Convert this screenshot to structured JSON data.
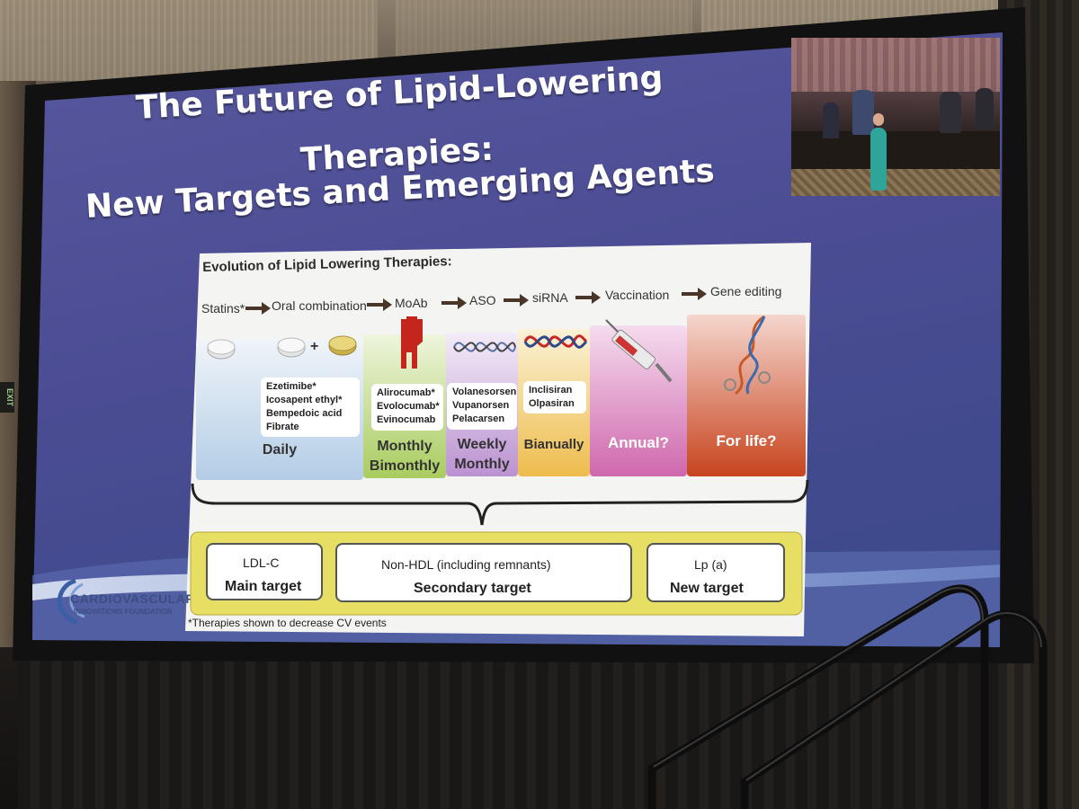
{
  "slide": {
    "title_line1": "The Future of Lipid-Lowering",
    "title_line2": "Therapies:",
    "title_line3": "New Targets and Emerging Agents",
    "logo_name": "CARDIOVASCULAR",
    "logo_sub": "INNOVATIONS FOUNDATION",
    "colors": {
      "slide_bg": "#4d4d96",
      "title": "#ffffff",
      "figure_bg": "#f4f4f2",
      "daily": "#bcd4e8",
      "monthly": "#b7d37a",
      "weekly": "#c9a8d8",
      "bianually": "#f0c66a",
      "annual": "#d47bb8",
      "for_life": "#c84b2c",
      "targets_band": "#e9e06a"
    }
  },
  "figure": {
    "title": "Evolution of Lipid Lowering Therapies:",
    "steps": [
      "Statins*",
      "Oral combination",
      "MoAb",
      "ASO",
      "siRNA",
      "Vaccination",
      "Gene editing"
    ],
    "columns": [
      {
        "name": "daily",
        "label": "Daily",
        "drugs": [
          "Ezetimibe*",
          "Icosapent ethyl*",
          "Bempedoic acid",
          "Fibrate"
        ]
      },
      {
        "name": "monthly",
        "label_line1": "Monthly",
        "label_line2": "Bimonthly",
        "drugs": [
          "Alirocumab*",
          "Evolocumab*",
          "Evinocumab"
        ]
      },
      {
        "name": "weekly",
        "label_line1": "Weekly",
        "label_line2": "Monthly",
        "drugs": [
          "Volanesorsen",
          "Vupanorsen",
          "Pelacarsen"
        ]
      },
      {
        "name": "bianually",
        "label": "Bianually",
        "drugs": [
          "Inclisiran",
          "Olpasiran"
        ]
      },
      {
        "name": "annual",
        "label": "Annual?"
      },
      {
        "name": "for-life",
        "label": "For life?"
      }
    ],
    "plus_sign": "+",
    "targets": [
      {
        "line1": "LDL-C",
        "line2": "Main target"
      },
      {
        "line1": "Non-HDL (including remnants)",
        "line2": "Secondary target"
      },
      {
        "line1": "Lp (a)",
        "line2": "New target"
      }
    ],
    "footnote": "*Therapies shown to decrease CV events"
  },
  "icons": [
    "pill-icon",
    "antibody-icon",
    "dna-helix-icon",
    "syringe-icon",
    "gene-scissors-icon",
    "lipoprotein-icon",
    "exit-sign-icon"
  ]
}
